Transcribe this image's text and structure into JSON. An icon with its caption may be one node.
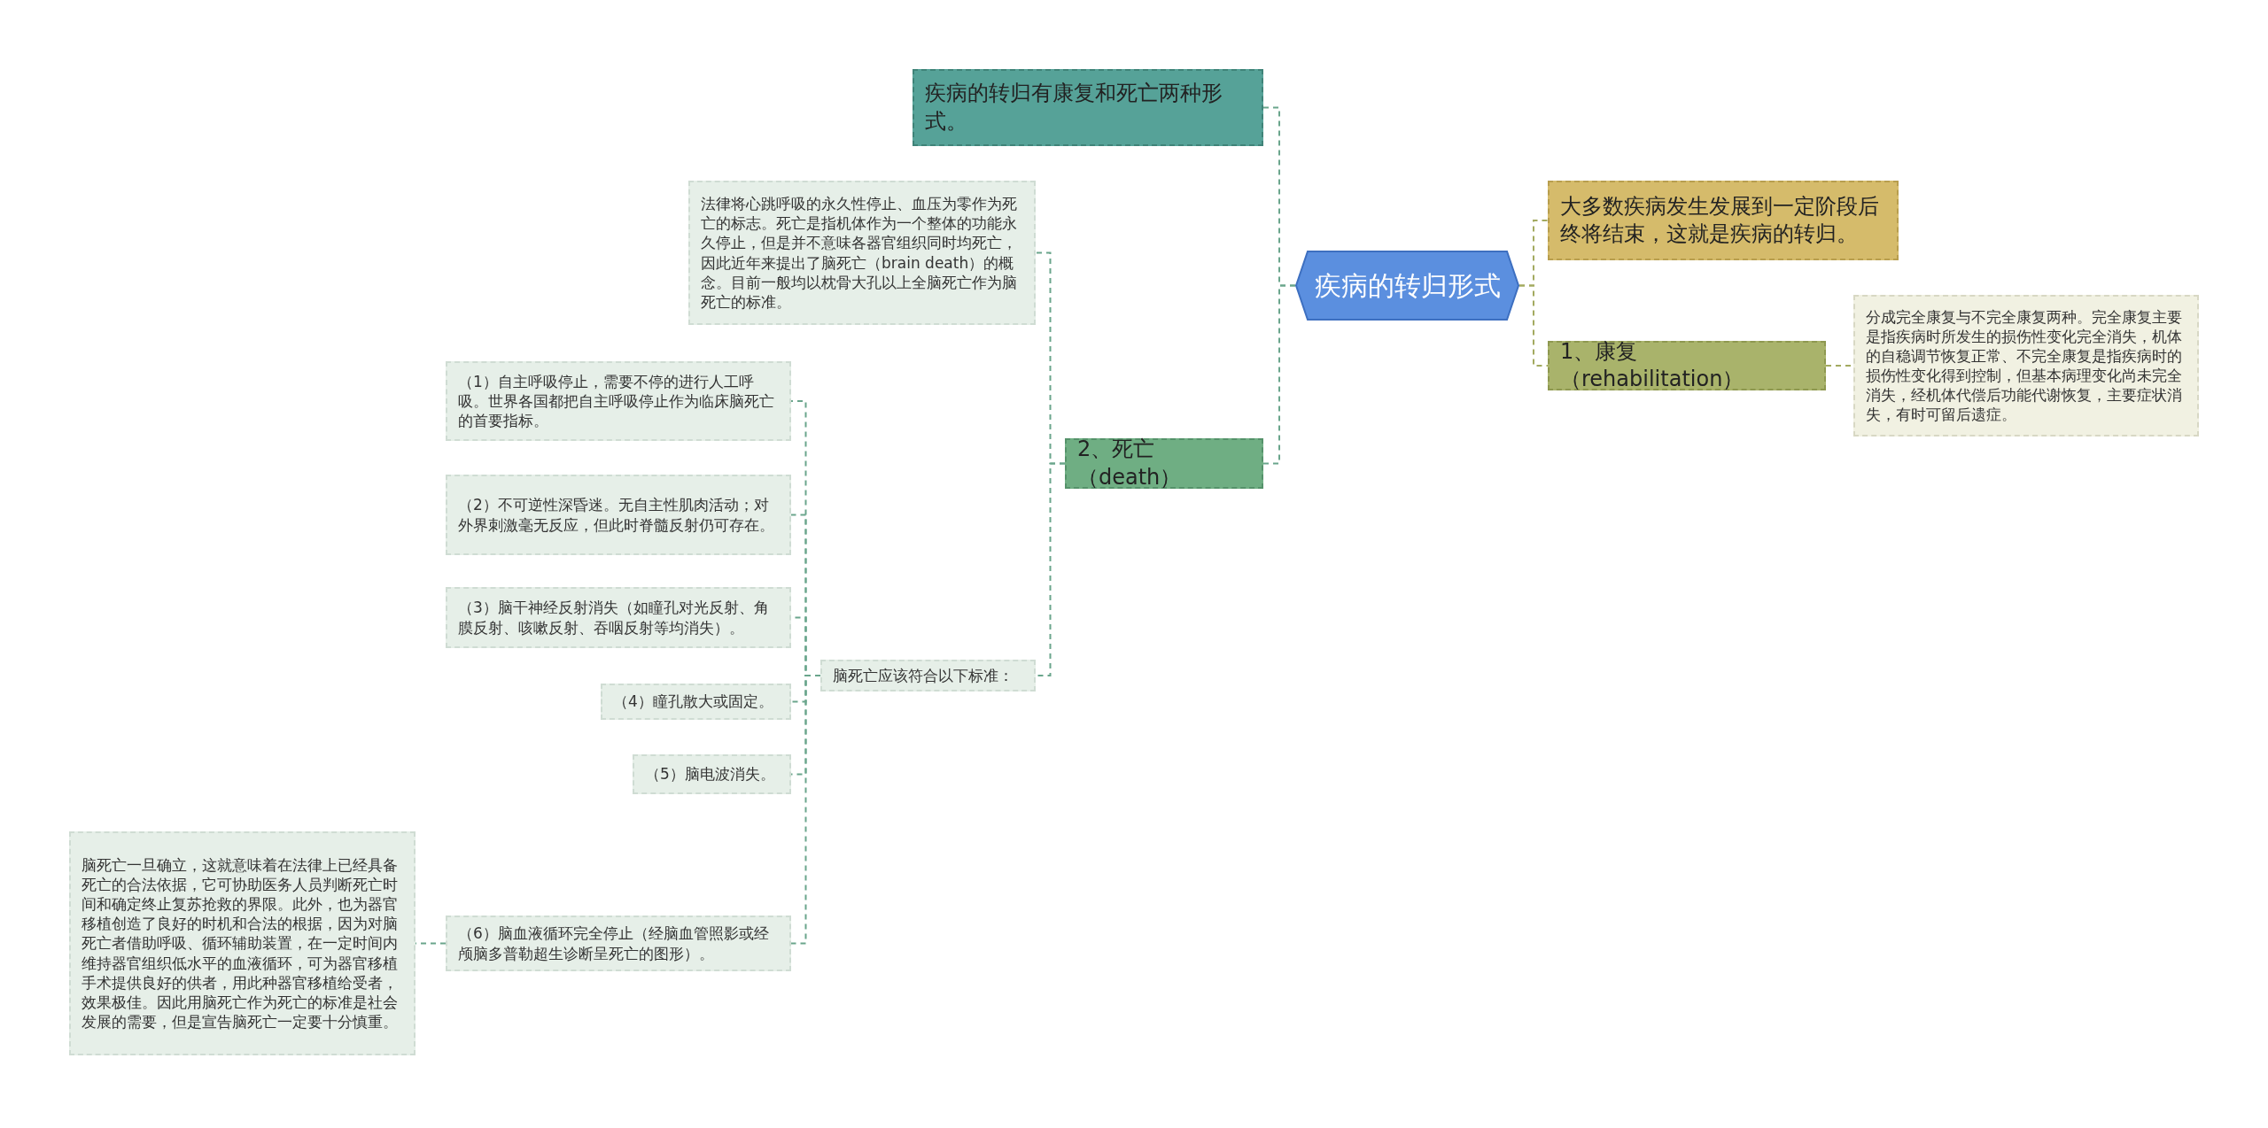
{
  "diagram": {
    "nodes": [
      {
        "text": [
          "疾病的转归形式"
        ]
      },
      {
        "text": [
          "疾病的转归有康复和死亡两种形式。"
        ]
      },
      {
        "text": [
          "大多数疾病发生发展到一定阶段后终将结束，这就是疾病的转归。"
        ]
      },
      {
        "text": [
          "1、康复（rehabilitation）"
        ]
      },
      {
        "text": [
          "分成完全康复与不完全康复两种。完全康复主要是指疾病时所发生的损伤性变化完全消失，机体的自稳调节恢复正常、不完全康复是指疾病时的损伤性变化得到控制，但基本病理变化尚未完全消失，经机体代偿后功能代谢恢复，主要症状消失，有时可留后遗症。"
        ]
      },
      {
        "text": [
          "2、死亡（death）"
        ]
      },
      {
        "text": [
          "法律将心跳呼吸的永久性停止、血压为零作为死亡的标志。死亡是指机体作为一个整体的功能永久停止，但是并不意味各器官组织同时均死亡，因此近年来提出了脑死亡（brain death）的概念。目前一般均以枕骨大孔以上全脑死亡作为脑死亡的标准。"
        ]
      },
      {
        "text": [
          "脑死亡应该符合以下标准："
        ]
      },
      {
        "text": [
          "（1）自主呼吸停止，需要不停的进行人工呼吸。世界各国都把自主呼吸停止作为临床脑死亡的首要指标。"
        ]
      },
      {
        "text": [
          "（2）不可逆性深昏迷。无自主性肌肉活动；对外界刺激毫无反应，但此时脊髓反射仍可存在。"
        ]
      },
      {
        "text": [
          "（3）脑干神经反射消失（如瞳孔对光反射、角膜反射、咳嗽反射、吞咽反射等均消失）。"
        ]
      },
      {
        "text": [
          "（4）瞳孔散大或固定。"
        ]
      },
      {
        "text": [
          "（5）脑电波消失。"
        ]
      },
      {
        "text": [
          "（6）脑血液循环完全停止（经脑血管照影或经颅脑多普勒超生诊断呈死亡的图形）。"
        ]
      },
      {
        "text": [
          "脑死亡一旦确立，这就意味着在法律上已经具备死亡的合法依据，它可协助医务人员判断死亡时间和确定终止复苏抢救的界限。此外，也为器官移植创造了良好的时机和合法的根据，因为对脑死亡者借助呼吸、循环辅助装置，在一定时间内维持器官组织低水平的血液循环，可为器官移植手术提供良好的供者，用此种器官移植给受者，效果极佳。因此用脑死亡作为死亡的标准是社会发展的需要，但是宣告脑死亡一定要十分慎重。"
        ]
      }
    ],
    "edges": [
      {
        "from": 0,
        "to": 1,
        "arrow": "none"
      },
      {
        "from": 0,
        "to": 2,
        "arrow": "none"
      },
      {
        "from": 0,
        "to": 3,
        "arrow": "none"
      },
      {
        "from": 3,
        "to": 4,
        "arrow": "none"
      },
      {
        "from": 0,
        "to": 5,
        "arrow": "none"
      },
      {
        "from": 5,
        "to": 6,
        "arrow": "none"
      },
      {
        "from": 5,
        "to": 7,
        "arrow": "none"
      },
      {
        "from": 7,
        "to": 8,
        "arrow": "none"
      },
      {
        "from": 7,
        "to": 9,
        "arrow": "none"
      },
      {
        "from": 7,
        "to": 10,
        "arrow": "none"
      },
      {
        "from": 7,
        "to": 11,
        "arrow": "none"
      },
      {
        "from": 7,
        "to": 12,
        "arrow": "none"
      },
      {
        "from": 7,
        "to": 13,
        "arrow": "none"
      },
      {
        "from": 13,
        "to": 14,
        "arrow": "none"
      }
    ]
  }
}
